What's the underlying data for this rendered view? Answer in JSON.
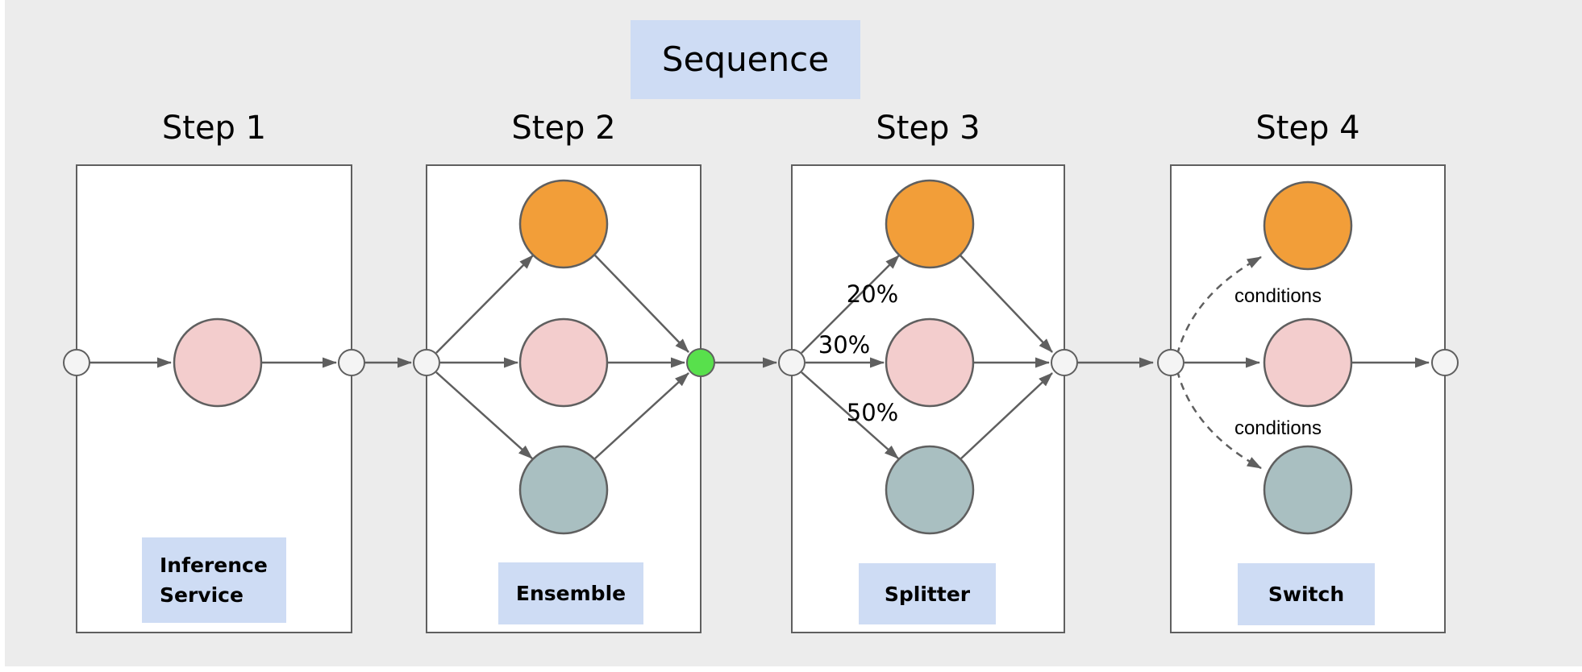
{
  "canvas": {
    "background": "#ececec",
    "page_background": "#ffffff"
  },
  "title": {
    "text": "Sequence"
  },
  "colors": {
    "label_bg": "#cedcf4",
    "node_orange": "#f29e39",
    "node_pink": "#f3cdcd",
    "node_teal": "#a9bfc1",
    "port_green": "#58e04c",
    "port_fill": "#f4f4f4",
    "box_fill": "#ffffff",
    "stroke": "#5f5f5f",
    "text": "#000000"
  },
  "steps": [
    {
      "title": "Step 1",
      "label": "Inference Service"
    },
    {
      "title": "Step 2",
      "label": "Ensemble"
    },
    {
      "title": "Step 3",
      "label": "Splitter",
      "weights": [
        "20%",
        "30%",
        "50%"
      ]
    },
    {
      "title": "Step 4",
      "label": "Switch",
      "conditions": [
        "conditions",
        "conditions"
      ]
    }
  ]
}
